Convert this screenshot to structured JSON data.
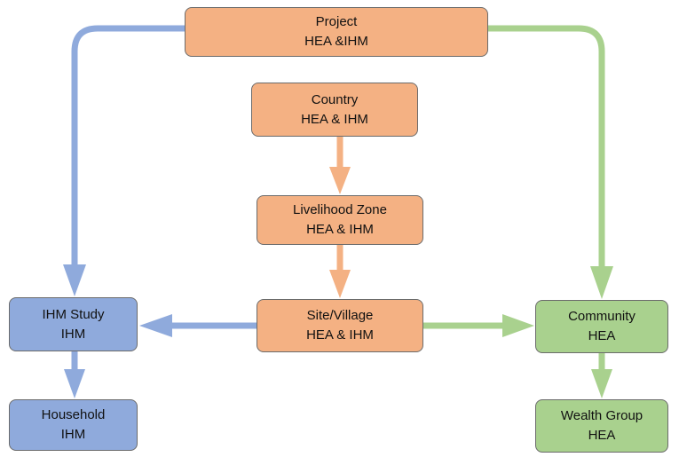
{
  "diagram": {
    "nodes": {
      "project": {
        "line1": "Project",
        "line2": "HEA &IHM",
        "group": "orange"
      },
      "country": {
        "line1": "Country",
        "line2": "HEA & IHM",
        "group": "orange"
      },
      "livelihood_zone": {
        "line1": "Livelihood Zone",
        "line2": "HEA & IHM",
        "group": "orange"
      },
      "site_village": {
        "line1": "Site/Village",
        "line2": "HEA & IHM",
        "group": "orange"
      },
      "ihm_study": {
        "line1": "IHM Study",
        "line2": "IHM",
        "group": "blue"
      },
      "household": {
        "line1": "Household",
        "line2": "IHM",
        "group": "blue"
      },
      "community": {
        "line1": "Community",
        "line2": "HEA",
        "group": "green"
      },
      "wealth_group": {
        "line1": "Wealth Group",
        "line2": "HEA",
        "group": "green"
      }
    },
    "edges": [
      {
        "from": "project",
        "to": "ihm_study",
        "color": "#8faadc"
      },
      {
        "from": "project",
        "to": "community",
        "color": "#a9d18e"
      },
      {
        "from": "country",
        "to": "livelihood_zone",
        "color": "#f4b183"
      },
      {
        "from": "livelihood_zone",
        "to": "site_village",
        "color": "#f4b183"
      },
      {
        "from": "site_village",
        "to": "ihm_study",
        "color": "#8faadc"
      },
      {
        "from": "site_village",
        "to": "community",
        "color": "#a9d18e"
      },
      {
        "from": "ihm_study",
        "to": "household",
        "color": "#8faadc"
      },
      {
        "from": "community",
        "to": "wealth_group",
        "color": "#a9d18e"
      }
    ],
    "colors": {
      "orange_fill": "#f4b183",
      "blue_fill": "#8faadc",
      "green_fill": "#a9d18e",
      "blue_arrow": "#8faadc",
      "green_arrow": "#a9d18e",
      "orange_arrow": "#f4b183",
      "border": "#6b6b6b"
    }
  }
}
